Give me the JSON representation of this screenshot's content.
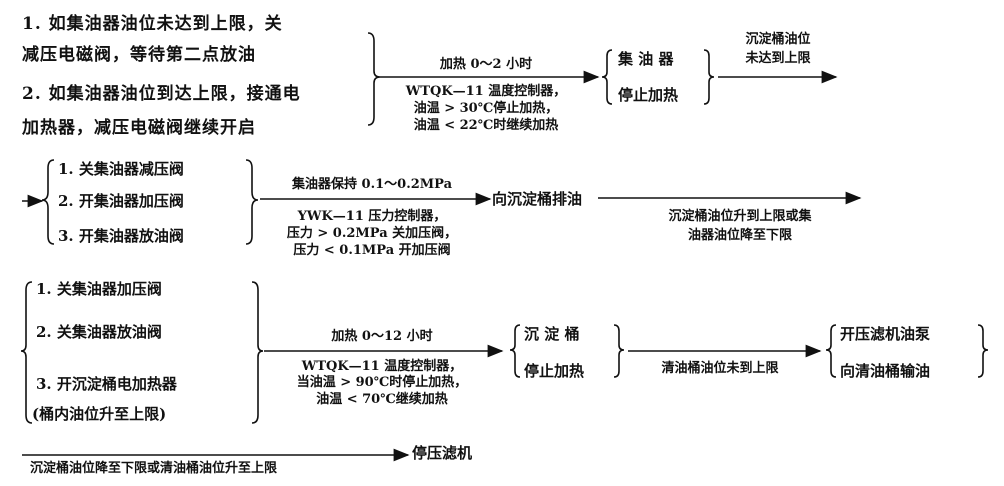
{
  "row1": {
    "conditions": [
      "1. 如集油器油位未达到上限，关",
      "减压电磁阀，等待第二点放油",
      "2. 如集油器油位到达上限，接通电",
      "加热器，减压电磁阀继续开启"
    ],
    "arrow_above": "加热 0～2 小时",
    "arrow_below": [
      "WTQK—11 温度控制器，",
      "油温 > 30℃停止加热，",
      "油温 < 22℃时继续加热"
    ],
    "state": [
      "集 油 器",
      "停止加热"
    ],
    "next_condition": [
      "沉淀桶油位",
      "未达到上限"
    ]
  },
  "row2": {
    "actions": [
      "1. 关集油器减压阀",
      "2. 开集油器加压阀",
      "3. 开集油器放油阀"
    ],
    "arrow_above": "集油器保持 0.1～0.2MPa",
    "arrow_below": [
      "YWK—11 压力控制器，",
      "压力 > 0.2MPa 关加压阀，",
      "压力 < 0.1MPa 开加压阀"
    ],
    "result": "向沉淀桶排油",
    "next_condition": [
      "沉淀桶油位升到上限或集",
      "油器油位降至下限"
    ]
  },
  "row3": {
    "actions": [
      "1. 关集油器加压阀",
      "2. 关集油器放油阀",
      "3. 开沉淀桶电加热器",
      "(桶内油位升至上限)"
    ],
    "arrow_above": "加热 0～12 小时",
    "arrow_below": [
      "WTQK—11 温度控制器，",
      "当油温 > 90℃时停止加热，",
      "油温 < 70℃继续加热"
    ],
    "state": [
      "沉 淀 桶",
      "停止加热"
    ],
    "condition": "清油桶油位未到上限",
    "result": [
      "开压滤机油泵",
      "向清油桶输油"
    ]
  },
  "row4": {
    "condition": "沉淀桶油位降至下限或清油桶油位升至上限",
    "result": "停压滤机"
  }
}
